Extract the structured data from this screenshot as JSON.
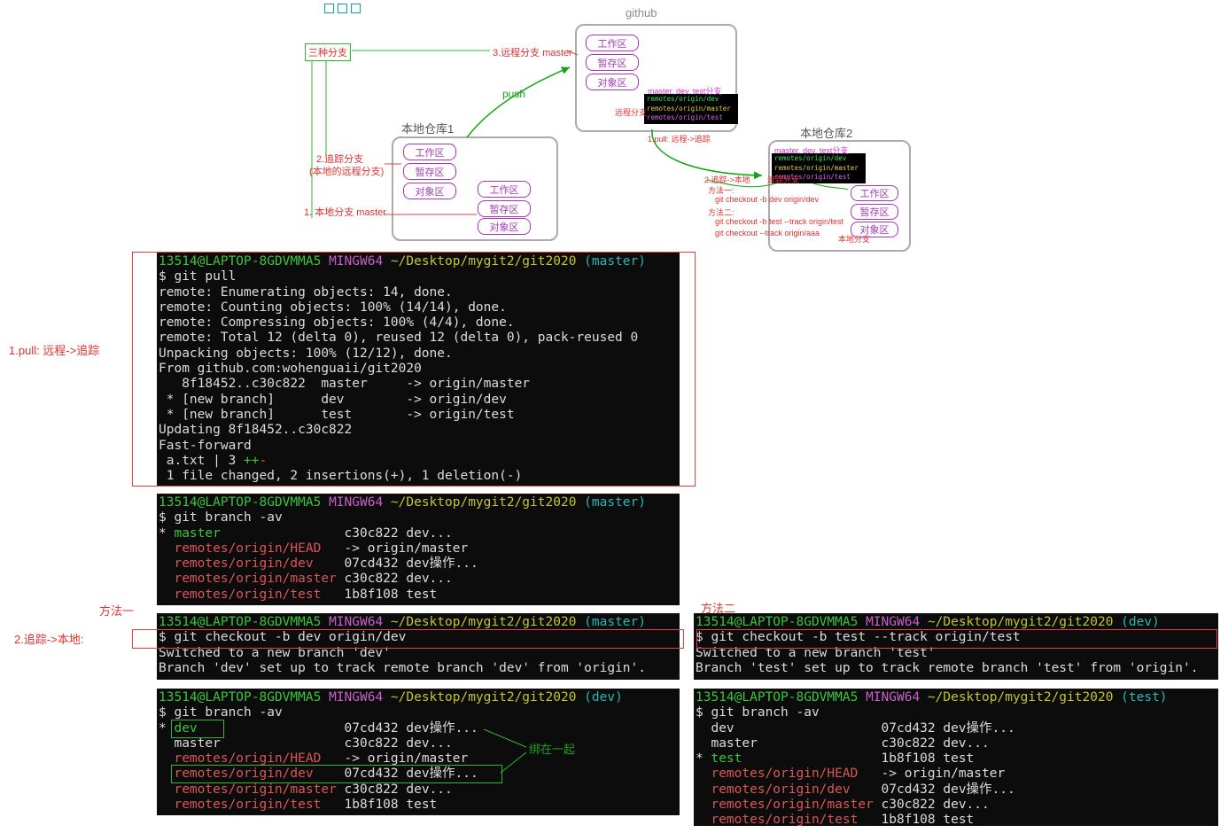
{
  "diagram": {
    "legend": "三种分支",
    "github": {
      "title": "github",
      "areas": [
        "工作区",
        "暂存区",
        "对象区"
      ],
      "branches_note": "master, dev, test分支",
      "refs": [
        "remotes/origin/dev",
        "remotes/origin/master",
        "remotes/origin/test"
      ],
      "refs_label": "远程分支"
    },
    "repo1": {
      "title": "本地仓库1",
      "areas": [
        "工作区",
        "暂存区",
        "对象区"
      ]
    },
    "repo2": {
      "title": "本地仓库2",
      "branches_note": "master, dev, test分支",
      "refs": [
        "remotes/origin/dev",
        "remotes/origin/master",
        "remotes/origin/test"
      ],
      "refs_label": "追踪分支",
      "areas": [
        "工作区",
        "暂存区",
        "对象区"
      ],
      "local_label": "本地分支"
    },
    "notes": {
      "remote_branch": "3.远程分支 master",
      "push": "push",
      "tracking_branch": "2.追踪分支",
      "tracking_branch_sub": "(本地的远程分支)",
      "local_branch": "1. 本地分支 master",
      "pull_flow": "1.pull: 远程->追踪",
      "track_to_local": "2.追踪->本地",
      "method1_title": "方法一:",
      "method1_cmd": "git checkout -b dev origin/dev",
      "method2_title": "方法二:",
      "method2_cmd1": "git checkout -b test --track origin/test",
      "method2_cmd2": "git checkout --track origin/aaa"
    }
  },
  "annotations": {
    "pull_label": "1.pull: 远程->追踪",
    "track_local_label": "2.追踪->本地:",
    "method1": "方法一",
    "method2": "方法二",
    "bind_together": "绑在一起"
  },
  "terminals": {
    "t1": {
      "lines": [
        [
          {
            "c": "g",
            "t": "13514@LAPTOP-8GDVMMA5"
          },
          {
            "c": "w",
            "t": " "
          },
          {
            "c": "m",
            "t": "MINGW64"
          },
          {
            "c": "w",
            "t": " "
          },
          {
            "c": "y",
            "t": "~/Desktop/mygit2/git2020"
          },
          {
            "c": "w",
            "t": " "
          },
          {
            "c": "c",
            "t": "(master)"
          }
        ],
        [
          {
            "c": "w",
            "t": "$ git pull"
          }
        ],
        [
          {
            "c": "w",
            "t": "remote: Enumerating objects: 14, done."
          }
        ],
        [
          {
            "c": "w",
            "t": "remote: Counting objects: 100% (14/14), done."
          }
        ],
        [
          {
            "c": "w",
            "t": "remote: Compressing objects: 100% (4/4), done."
          }
        ],
        [
          {
            "c": "w",
            "t": "remote: Total 12 (delta 0), reused 12 (delta 0), pack-reused 0"
          }
        ],
        [
          {
            "c": "w",
            "t": "Unpacking objects: 100% (12/12), done."
          }
        ],
        [
          {
            "c": "w",
            "t": "From github.com:wohenguaii/git2020"
          }
        ],
        [
          {
            "c": "w",
            "t": "   8f18452..c30c822  master     -> origin/master"
          }
        ],
        [
          {
            "c": "w",
            "t": " * [new branch]      dev        -> origin/dev"
          }
        ],
        [
          {
            "c": "w",
            "t": " * [new branch]      test       -> origin/test"
          }
        ],
        [
          {
            "c": "w",
            "t": "Updating 8f18452..c30c822"
          }
        ],
        [
          {
            "c": "w",
            "t": "Fast-forward"
          }
        ],
        [
          {
            "c": "w",
            "t": " a.txt | 3 "
          },
          {
            "c": "g",
            "t": "++"
          },
          {
            "c": "r",
            "t": "-"
          }
        ],
        [
          {
            "c": "w",
            "t": " 1 file changed, 2 insertions(+), 1 deletion(-)"
          }
        ]
      ]
    },
    "t2": {
      "lines": [
        [
          {
            "c": "g",
            "t": "13514@LAPTOP-8GDVMMA5"
          },
          {
            "c": "w",
            "t": " "
          },
          {
            "c": "m",
            "t": "MINGW64"
          },
          {
            "c": "w",
            "t": " "
          },
          {
            "c": "y",
            "t": "~/Desktop/mygit2/git2020"
          },
          {
            "c": "w",
            "t": " "
          },
          {
            "c": "c",
            "t": "(master)"
          }
        ],
        [
          {
            "c": "w",
            "t": "$ git branch -av"
          }
        ],
        [
          {
            "c": "w",
            "t": "* "
          },
          {
            "c": "g",
            "t": "master"
          },
          {
            "c": "w",
            "t": "                c30c822 dev..."
          }
        ],
        [
          {
            "c": "w",
            "t": "  "
          },
          {
            "c": "r",
            "t": "remotes/origin/HEAD"
          },
          {
            "c": "w",
            "t": "   -> origin/master"
          }
        ],
        [
          {
            "c": "w",
            "t": "  "
          },
          {
            "c": "r",
            "t": "remotes/origin/dev"
          },
          {
            "c": "w",
            "t": "    07cd432 dev操作..."
          }
        ],
        [
          {
            "c": "w",
            "t": "  "
          },
          {
            "c": "r",
            "t": "remotes/origin/master"
          },
          {
            "c": "w",
            "t": " c30c822 dev..."
          }
        ],
        [
          {
            "c": "w",
            "t": "  "
          },
          {
            "c": "r",
            "t": "remotes/origin/test"
          },
          {
            "c": "w",
            "t": "   1b8f108 test"
          }
        ]
      ]
    },
    "t3": {
      "lines": [
        [
          {
            "c": "g",
            "t": "13514@LAPTOP-8GDVMMA5"
          },
          {
            "c": "w",
            "t": " "
          },
          {
            "c": "m",
            "t": "MINGW64"
          },
          {
            "c": "w",
            "t": " "
          },
          {
            "c": "y",
            "t": "~/Desktop/mygit2/git2020"
          },
          {
            "c": "w",
            "t": " "
          },
          {
            "c": "c",
            "t": "(master)"
          }
        ],
        [
          {
            "c": "w",
            "t": "$ git checkout -b dev origin/dev"
          }
        ],
        [
          {
            "c": "w",
            "t": "Switched to a new branch 'dev'"
          }
        ],
        [
          {
            "c": "w",
            "t": "Branch 'dev' set up to track remote branch 'dev' from 'origin'."
          }
        ]
      ]
    },
    "t4": {
      "lines": [
        [
          {
            "c": "g",
            "t": "13514@LAPTOP-8GDVMMA5"
          },
          {
            "c": "w",
            "t": " "
          },
          {
            "c": "m",
            "t": "MINGW64"
          },
          {
            "c": "w",
            "t": " "
          },
          {
            "c": "y",
            "t": "~/Desktop/mygit2/git2020"
          },
          {
            "c": "w",
            "t": " "
          },
          {
            "c": "c",
            "t": "(dev)"
          }
        ],
        [
          {
            "c": "w",
            "t": "$ git branch -av"
          }
        ],
        [
          {
            "c": "w",
            "t": "* "
          },
          {
            "c": "g",
            "t": "dev"
          },
          {
            "c": "w",
            "t": "                   07cd432 dev操作..."
          }
        ],
        [
          {
            "c": "w",
            "t": "  master                c30c822 dev..."
          }
        ],
        [
          {
            "c": "w",
            "t": "  "
          },
          {
            "c": "r",
            "t": "remotes/origin/HEAD"
          },
          {
            "c": "w",
            "t": "   -> origin/master"
          }
        ],
        [
          {
            "c": "w",
            "t": "  "
          },
          {
            "c": "r",
            "t": "remotes/origin/dev"
          },
          {
            "c": "w",
            "t": "    07cd432 dev操作..."
          }
        ],
        [
          {
            "c": "w",
            "t": "  "
          },
          {
            "c": "r",
            "t": "remotes/origin/master"
          },
          {
            "c": "w",
            "t": " c30c822 dev..."
          }
        ],
        [
          {
            "c": "w",
            "t": "  "
          },
          {
            "c": "r",
            "t": "remotes/origin/test"
          },
          {
            "c": "w",
            "t": "   1b8f108 test"
          }
        ]
      ]
    },
    "t5": {
      "lines": [
        [
          {
            "c": "g",
            "t": "13514@LAPTOP-8GDVMMA5"
          },
          {
            "c": "w",
            "t": " "
          },
          {
            "c": "m",
            "t": "MINGW64"
          },
          {
            "c": "w",
            "t": " "
          },
          {
            "c": "y",
            "t": "~/Desktop/mygit2/git2020"
          },
          {
            "c": "w",
            "t": " "
          },
          {
            "c": "c",
            "t": "(dev)"
          }
        ],
        [
          {
            "c": "w",
            "t": "$ git checkout -b test --track origin/test"
          }
        ],
        [
          {
            "c": "w",
            "t": "Switched to a new branch 'test'"
          }
        ],
        [
          {
            "c": "w",
            "t": "Branch 'test' set up to track remote branch 'test' from 'origin'."
          }
        ]
      ]
    },
    "t6": {
      "lines": [
        [
          {
            "c": "g",
            "t": "13514@LAPTOP-8GDVMMA5"
          },
          {
            "c": "w",
            "t": " "
          },
          {
            "c": "m",
            "t": "MINGW64"
          },
          {
            "c": "w",
            "t": " "
          },
          {
            "c": "y",
            "t": "~/Desktop/mygit2/git2020"
          },
          {
            "c": "w",
            "t": " "
          },
          {
            "c": "c",
            "t": "(test)"
          }
        ],
        [
          {
            "c": "w",
            "t": "$ git branch -av"
          }
        ],
        [
          {
            "c": "w",
            "t": "  dev                   07cd432 dev操作..."
          }
        ],
        [
          {
            "c": "w",
            "t": "  master                c30c822 dev..."
          }
        ],
        [
          {
            "c": "w",
            "t": "* "
          },
          {
            "c": "g",
            "t": "test"
          },
          {
            "c": "w",
            "t": "                  1b8f108 test"
          }
        ],
        [
          {
            "c": "w",
            "t": "  "
          },
          {
            "c": "r",
            "t": "remotes/origin/HEAD"
          },
          {
            "c": "w",
            "t": "   -> origin/master"
          }
        ],
        [
          {
            "c": "w",
            "t": "  "
          },
          {
            "c": "r",
            "t": "remotes/origin/dev"
          },
          {
            "c": "w",
            "t": "    07cd432 dev操作..."
          }
        ],
        [
          {
            "c": "w",
            "t": "  "
          },
          {
            "c": "r",
            "t": "remotes/origin/master"
          },
          {
            "c": "w",
            "t": " c30c822 dev..."
          }
        ],
        [
          {
            "c": "w",
            "t": "  "
          },
          {
            "c": "r",
            "t": "remotes/origin/test"
          },
          {
            "c": "w",
            "t": "   1b8f108 test"
          }
        ]
      ]
    }
  }
}
